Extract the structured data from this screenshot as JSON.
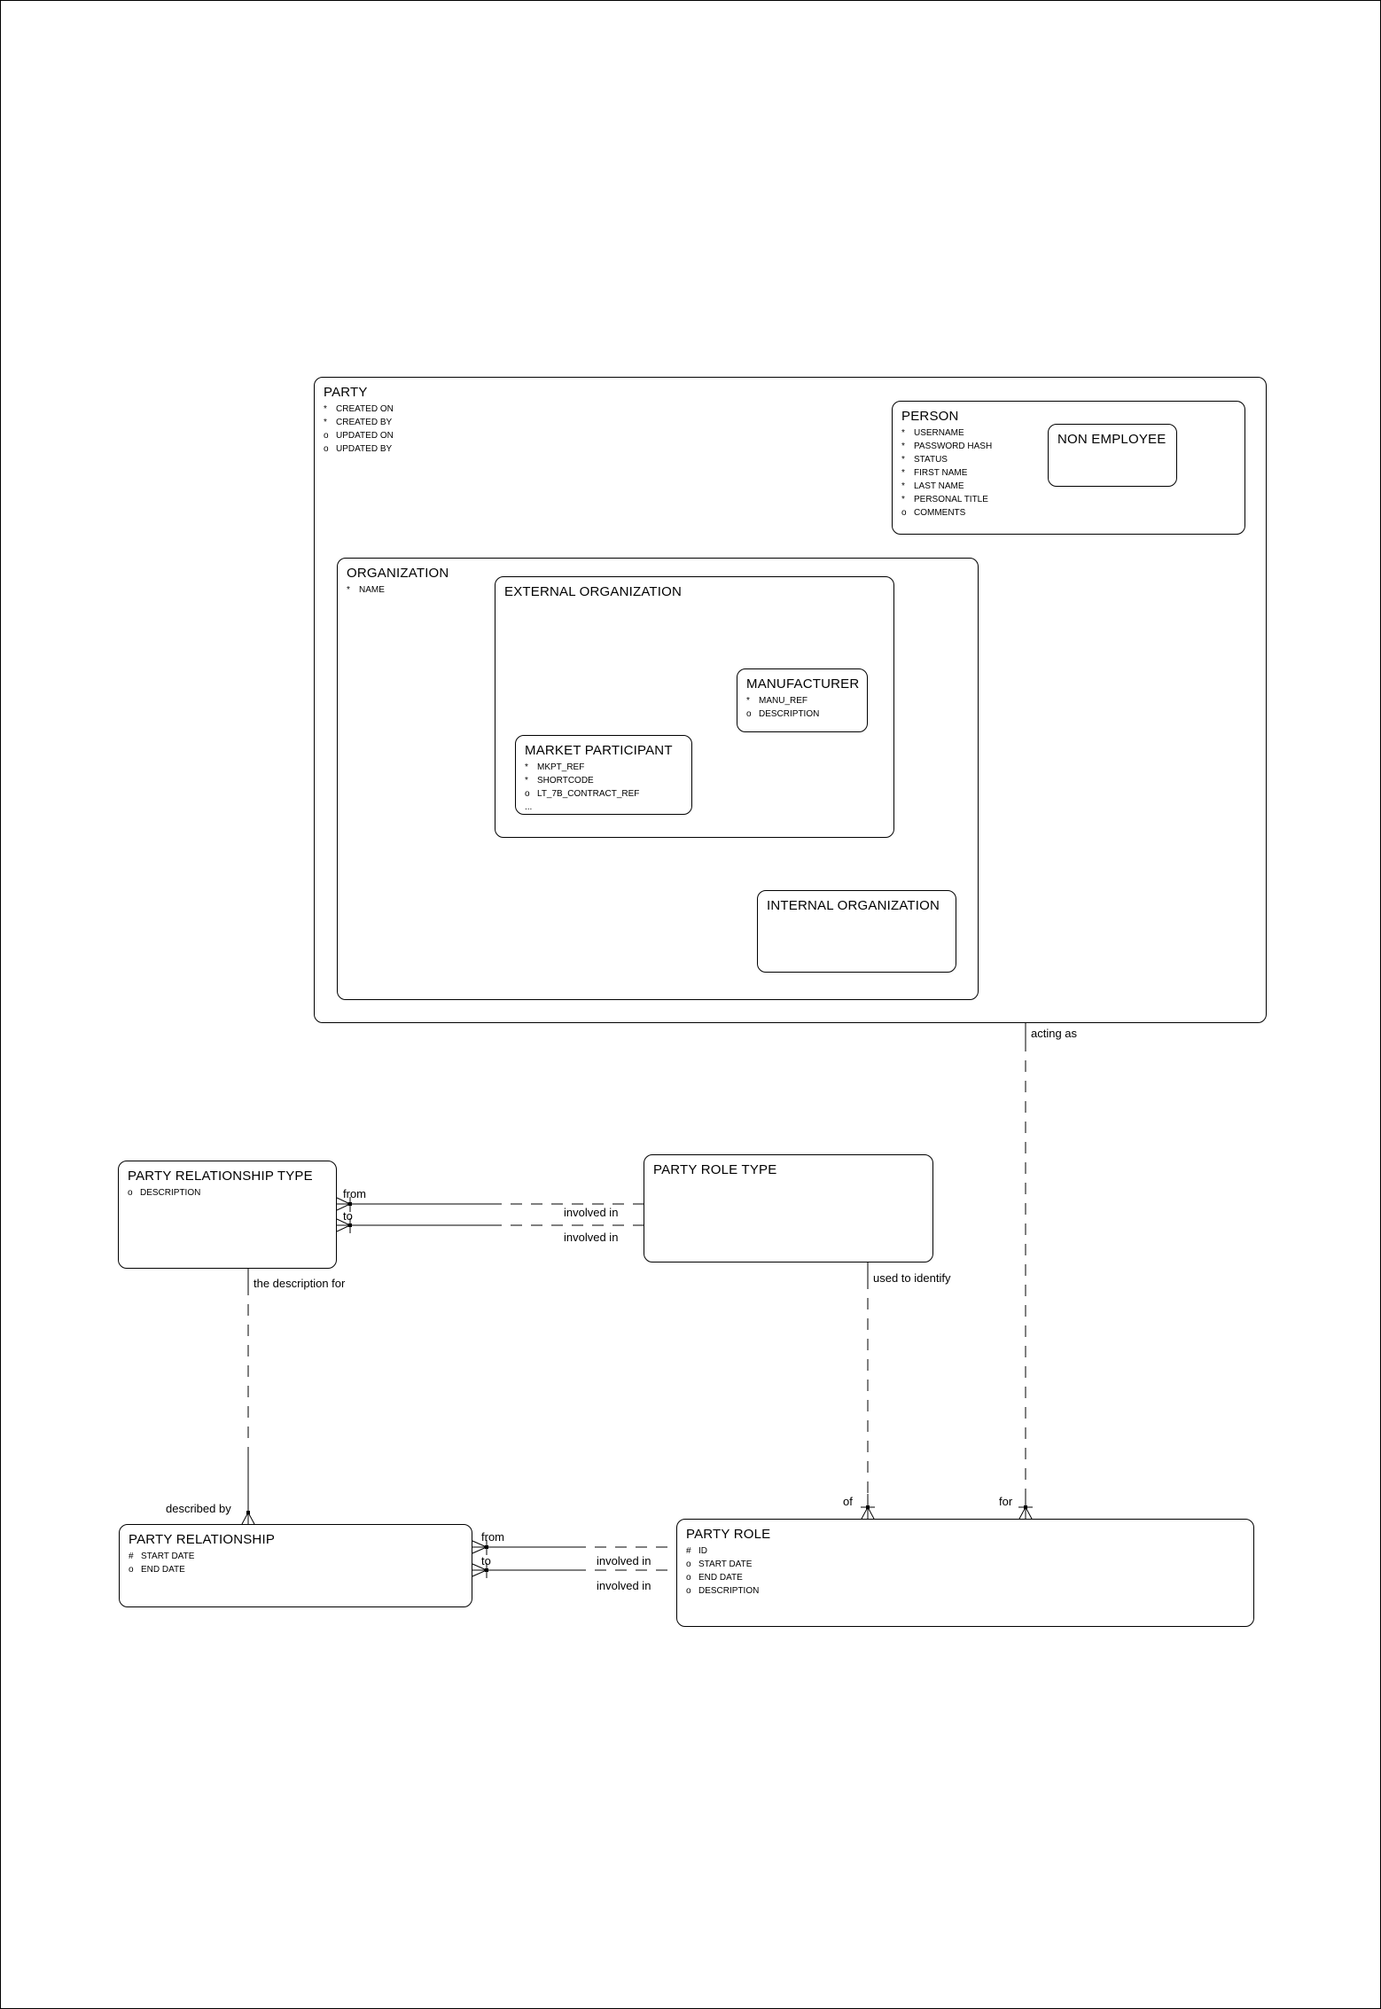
{
  "entities": {
    "party": {
      "title": "PARTY",
      "attrs": [
        {
          "m": "*",
          "t": "CREATED ON"
        },
        {
          "m": "*",
          "t": "CREATED BY"
        },
        {
          "m": "o",
          "t": "UPDATED ON"
        },
        {
          "m": "o",
          "t": "UPDATED BY"
        }
      ]
    },
    "person": {
      "title": "PERSON",
      "attrs": [
        {
          "m": "*",
          "t": "USERNAME"
        },
        {
          "m": "*",
          "t": "PASSWORD HASH"
        },
        {
          "m": "*",
          "t": "STATUS"
        },
        {
          "m": "*",
          "t": "FIRST NAME"
        },
        {
          "m": "*",
          "t": "LAST NAME"
        },
        {
          "m": "*",
          "t": "PERSONAL TITLE"
        },
        {
          "m": "o",
          "t": "COMMENTS"
        }
      ]
    },
    "non_employee": {
      "title": "NON EMPLOYEE",
      "attrs": []
    },
    "organization": {
      "title": "ORGANIZATION",
      "attrs": [
        {
          "m": "*",
          "t": "NAME"
        }
      ]
    },
    "external_organization": {
      "title": "EXTERNAL ORGANIZATION",
      "attrs": []
    },
    "manufacturer": {
      "title": "MANUFACTURER",
      "attrs": [
        {
          "m": "*",
          "t": "MANU_REF"
        },
        {
          "m": "o",
          "t": "DESCRIPTION"
        }
      ]
    },
    "market_participant": {
      "title": "MARKET PARTICIPANT",
      "attrs": [
        {
          "m": "*",
          "t": "MKPT_REF"
        },
        {
          "m": "*",
          "t": "SHORTCODE"
        },
        {
          "m": "o",
          "t": "LT_7B_CONTRACT_REF"
        },
        {
          "m": "...",
          "t": ""
        }
      ]
    },
    "internal_organization": {
      "title": "INTERNAL ORGANIZATION",
      "attrs": []
    },
    "party_relationship_type": {
      "title": "PARTY RELATIONSHIP TYPE",
      "attrs": [
        {
          "m": "o",
          "t": "DESCRIPTION"
        }
      ]
    },
    "party_role_type": {
      "title": "PARTY ROLE TYPE",
      "attrs": []
    },
    "party_relationship": {
      "title": "PARTY RELATIONSHIP",
      "attrs": [
        {
          "m": "#",
          "t": "START DATE"
        },
        {
          "m": "o",
          "t": "END DATE"
        }
      ]
    },
    "party_role": {
      "title": "PARTY ROLE",
      "attrs": [
        {
          "m": "#",
          "t": "ID"
        },
        {
          "m": "o",
          "t": "START DATE"
        },
        {
          "m": "o",
          "t": "END DATE"
        },
        {
          "m": "o",
          "t": "DESCRIPTION"
        }
      ]
    }
  },
  "labels": {
    "from": "from",
    "to": "to",
    "involved_in": "involved in",
    "acting_as": "acting as",
    "used_to_identify": "used to identify",
    "the_description_for": "the description for",
    "described_by": "described by",
    "of": "of",
    "for": "for"
  },
  "colors": {
    "line": "#000000",
    "background": "#ffffff"
  }
}
